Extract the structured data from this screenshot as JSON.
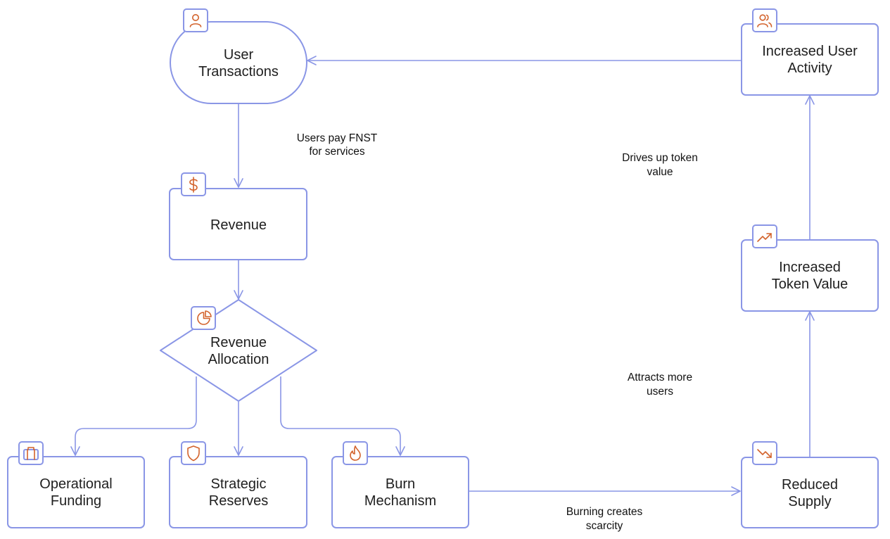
{
  "colors": {
    "node_stroke": "#8a96e6",
    "edge": "#8a96e6",
    "icon": "#d3632c",
    "text": "#1f1f1f"
  },
  "nodes": {
    "user_transactions": {
      "line1": "User",
      "line2": "Transactions",
      "icon": "user-icon"
    },
    "revenue": {
      "line1": "Revenue",
      "icon": "dollar-icon"
    },
    "revenue_allocation": {
      "line1": "Revenue",
      "line2": "Allocation",
      "icon": "pie-chart-icon"
    },
    "operational_funding": {
      "line1": "Operational",
      "line2": "Funding",
      "icon": "briefcase-icon"
    },
    "strategic_reserves": {
      "line1": "Strategic",
      "line2": "Reserves",
      "icon": "shield-icon"
    },
    "burn_mechanism": {
      "line1": "Burn",
      "line2": "Mechanism",
      "icon": "flame-icon"
    },
    "reduced_supply": {
      "line1": "Reduced",
      "line2": "Supply",
      "icon": "trending-down-icon"
    },
    "increased_token_value": {
      "line1": "Increased",
      "line2": "Token Value",
      "icon": "trending-up-icon"
    },
    "increased_user_activity": {
      "line1": "Increased User",
      "line2": "Activity",
      "icon": "users-icon"
    }
  },
  "edge_labels": {
    "users_pay": {
      "line1": "Users pay FNST",
      "line2": "for services"
    },
    "burning_creates": {
      "line1": "Burning creates",
      "line2": "scarcity"
    },
    "attracts_more": {
      "line1": "Attracts more",
      "line2": "users"
    },
    "drives_up": {
      "line1": "Drives up token",
      "line2": "value"
    }
  }
}
